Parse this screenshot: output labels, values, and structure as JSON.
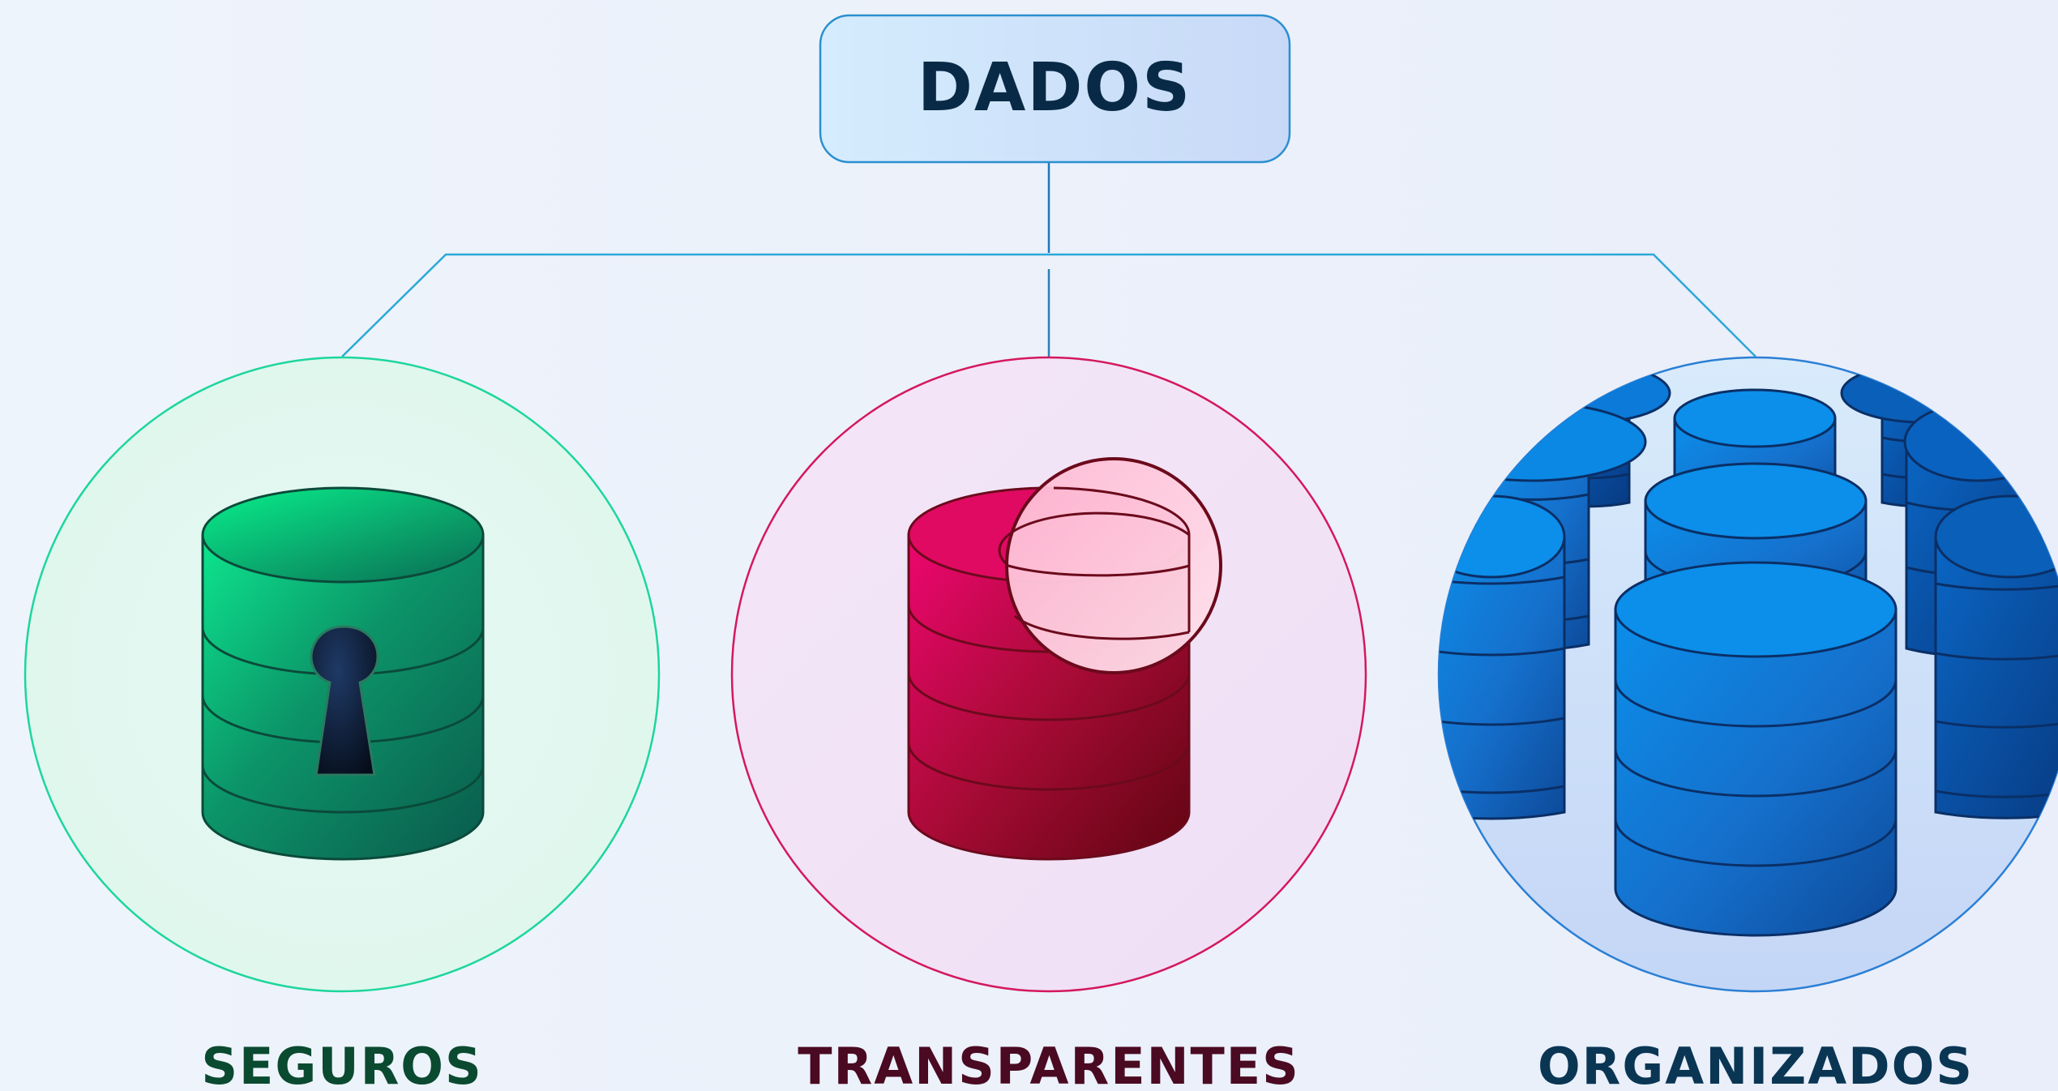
{
  "root": {
    "label": "DADOS"
  },
  "nodes": [
    {
      "id": "seguros",
      "label": "SEGUROS",
      "icon": "locked-database-icon",
      "color": "#0a4a30"
    },
    {
      "id": "transparentes",
      "label": "TRANSPARENTES",
      "icon": "transparent-database-icon",
      "color": "#4a0a22"
    },
    {
      "id": "organizados",
      "label": "ORGANIZADOS",
      "icon": "organized-databases-icon",
      "color": "#0a3654"
    }
  ],
  "colors": {
    "background": "#ecf1fa",
    "connector": "#2b9fd4",
    "green": "#14c88a",
    "crimson": "#c8104e",
    "blue": "#1a78d4"
  }
}
